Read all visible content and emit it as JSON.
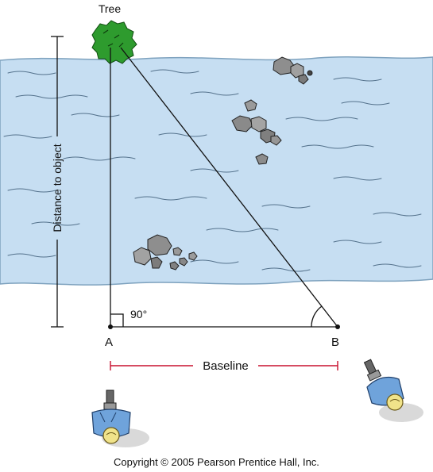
{
  "labels": {
    "tree": "Tree",
    "distance": "Distance to object",
    "angle": "90°",
    "point_a": "A",
    "point_b": "B",
    "baseline": "Baseline"
  },
  "copyright": "Copyright © 2005 Pearson Prentice Hall, Inc.",
  "colors": {
    "river": "#c6def2",
    "river_edge": "#7ea2be",
    "baseline_marker": "#c8102e",
    "tree": "#2e9b2e",
    "surveyor_shirt": "#6fa3db",
    "surveyor_head": "#f0e38a"
  },
  "icons": [
    "tree-icon",
    "rock-cluster-icon",
    "surveyor-icon",
    "transit-instrument-icon"
  ]
}
